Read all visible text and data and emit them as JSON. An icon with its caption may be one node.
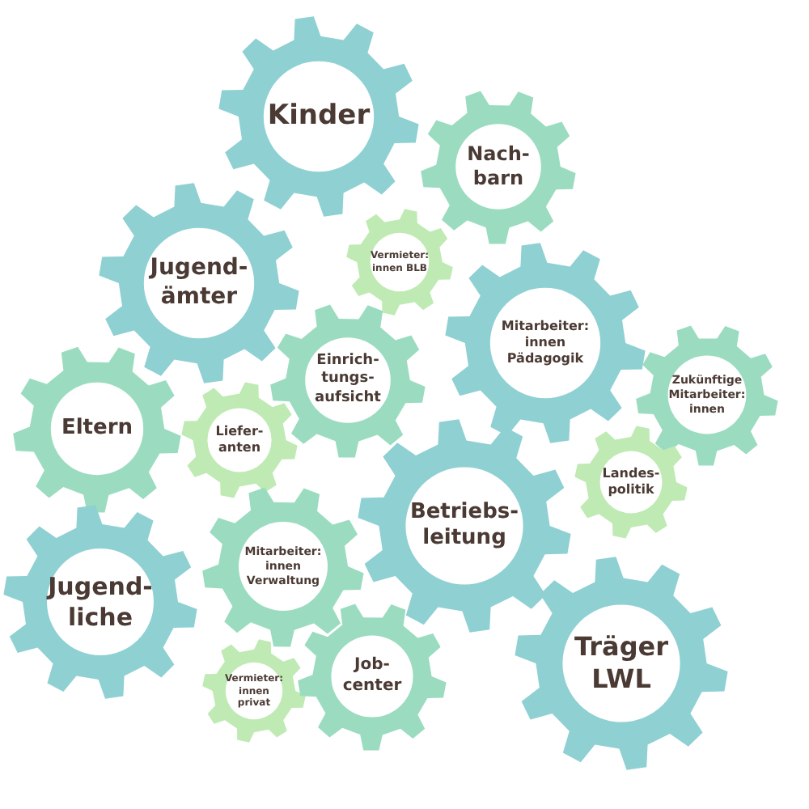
{
  "diagram": {
    "nodes": [
      {
        "text": [
          "Kinder"
        ]
      },
      {
        "text": [
          "Nach- barn"
        ]
      },
      {
        "text": [
          "Vermieter: innen BLB"
        ]
      },
      {
        "text": [
          "Jugend- ämter"
        ]
      },
      {
        "text": [
          "Mitarbeiter: innen Pädagogik"
        ]
      },
      {
        "text": [
          "Zukünftige Mitarbeiter: innen"
        ]
      },
      {
        "text": [
          "Eltern"
        ]
      },
      {
        "text": [
          "Liefer- anten"
        ]
      },
      {
        "text": [
          "Einrich- tungs- aufsicht"
        ]
      },
      {
        "text": [
          "Landes- politik"
        ]
      },
      {
        "text": [
          "Betriebs- leitung"
        ]
      },
      {
        "text": [
          "Jugend- liche"
        ]
      },
      {
        "text": [
          "Mitarbeiter: innen Verwaltung"
        ]
      },
      {
        "text": [
          "Träger LWL"
        ]
      },
      {
        "text": [
          "Vermieter: innen privat"
        ]
      },
      {
        "text": [
          "Job- center"
        ]
      }
    ]
  }
}
